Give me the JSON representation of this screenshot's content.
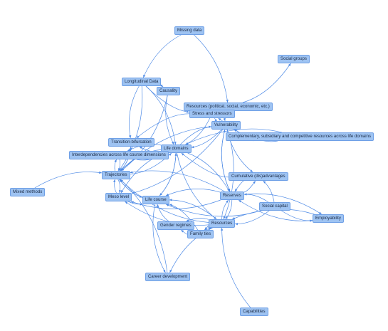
{
  "colors": {
    "edge": "#4f8be6",
    "node_fill": "#9ec3f2",
    "node_border": "#6fa0e6",
    "text": "#1b2a44"
  },
  "nodes": {
    "missing_data": "Missing data",
    "social_groups": "Social groups",
    "longitudinal_data": "Longitudinal Data",
    "causality": "Causality",
    "resources_political": "Resources (political, social, economic, etc.)",
    "stress": "Stress and stressors",
    "vulnerability": "Vulnerability",
    "complementary": "Complementary, subsidiary and competitive resources across life domains",
    "transition": "Transition-bifurcation",
    "life_domains": "Life domains",
    "interdependencies": "Interdependencies across life course dimensions",
    "trajectories": "Trajectories",
    "cumulative": "Cumulative (dis)advantages",
    "mixed_methods": "Mixed methods",
    "meso_level": "Meso level",
    "reserves": "Reserves",
    "life_course": "Life course",
    "social_capital": "Social capital",
    "employability": "Employability",
    "gender_regimes": "Gender regimes",
    "resources": "Resources",
    "family_ties": "Family ties",
    "career_development": "Career development",
    "capabilities": "Capabilities"
  },
  "edges": [
    [
      "missing_data",
      "longitudinal_data"
    ],
    [
      "missing_data",
      "resources_political"
    ],
    [
      "resources_political",
      "social_groups"
    ],
    [
      "longitudinal_data",
      "causality"
    ],
    [
      "longitudinal_data",
      "transition"
    ],
    [
      "longitudinal_data",
      "trajectories"
    ],
    [
      "longitudinal_data",
      "stress"
    ],
    [
      "longitudinal_data",
      "life_domains"
    ],
    [
      "causality",
      "life_domains"
    ],
    [
      "causality",
      "trajectories"
    ],
    [
      "stress",
      "vulnerability"
    ],
    [
      "stress",
      "life_domains"
    ],
    [
      "stress",
      "transition"
    ],
    [
      "resources_political",
      "stress"
    ],
    [
      "resources_political",
      "vulnerability"
    ],
    [
      "vulnerability",
      "life_domains"
    ],
    [
      "vulnerability",
      "reserves"
    ],
    [
      "vulnerability",
      "resources"
    ],
    [
      "vulnerability",
      "cumulative"
    ],
    [
      "vulnerability",
      "meso_level"
    ],
    [
      "vulnerability",
      "trajectories"
    ],
    [
      "complementary",
      "vulnerability"
    ],
    [
      "complementary",
      "life_domains"
    ],
    [
      "complementary",
      "stress"
    ],
    [
      "transition",
      "life_domains"
    ],
    [
      "transition",
      "trajectories"
    ],
    [
      "interdependencies",
      "life_domains"
    ],
    [
      "interdependencies",
      "trajectories"
    ],
    [
      "life_domains",
      "trajectories"
    ],
    [
      "life_domains",
      "life_course"
    ],
    [
      "life_domains",
      "meso_level"
    ],
    [
      "life_domains",
      "reserves"
    ],
    [
      "life_domains",
      "resources"
    ],
    [
      "life_domains",
      "vulnerability"
    ],
    [
      "life_domains",
      "interdependencies"
    ],
    [
      "life_domains",
      "transition"
    ],
    [
      "trajectories",
      "life_course"
    ],
    [
      "trajectories",
      "meso_level"
    ],
    [
      "trajectories",
      "life_domains"
    ],
    [
      "trajectories",
      "interdependencies"
    ],
    [
      "trajectories",
      "transition"
    ],
    [
      "mixed_methods",
      "trajectories"
    ],
    [
      "meso_level",
      "life_course"
    ],
    [
      "meso_level",
      "trajectories"
    ],
    [
      "cumulative",
      "reserves"
    ],
    [
      "cumulative",
      "life_domains"
    ],
    [
      "reserves",
      "life_course"
    ],
    [
      "reserves",
      "resources"
    ],
    [
      "reserves",
      "trajectories"
    ],
    [
      "reserves",
      "vulnerability"
    ],
    [
      "reserves",
      "cumulative"
    ],
    [
      "reserves",
      "meso_level"
    ],
    [
      "social_capital",
      "reserves"
    ],
    [
      "social_capital",
      "resources"
    ],
    [
      "social_capital",
      "employability"
    ],
    [
      "social_capital",
      "life_course"
    ],
    [
      "social_capital",
      "cumulative"
    ],
    [
      "reserves",
      "employability"
    ],
    [
      "resources",
      "life_course"
    ],
    [
      "resources",
      "reserves"
    ],
    [
      "resources",
      "gender_regimes"
    ],
    [
      "resources",
      "meso_level"
    ],
    [
      "resources",
      "career_development"
    ],
    [
      "resources",
      "trajectories"
    ],
    [
      "resources",
      "family_ties"
    ],
    [
      "gender_regimes",
      "life_course"
    ],
    [
      "gender_regimes",
      "resources"
    ],
    [
      "family_ties",
      "resources"
    ],
    [
      "family_ties",
      "life_course"
    ],
    [
      "family_ties",
      "gender_regimes"
    ],
    [
      "life_course",
      "career_development"
    ],
    [
      "life_course",
      "trajectories"
    ],
    [
      "life_course",
      "life_domains"
    ],
    [
      "capabilities",
      "resources"
    ],
    [
      "career_development",
      "trajectories"
    ],
    [
      "employability",
      "reserves"
    ],
    [
      "employability",
      "resources"
    ]
  ]
}
